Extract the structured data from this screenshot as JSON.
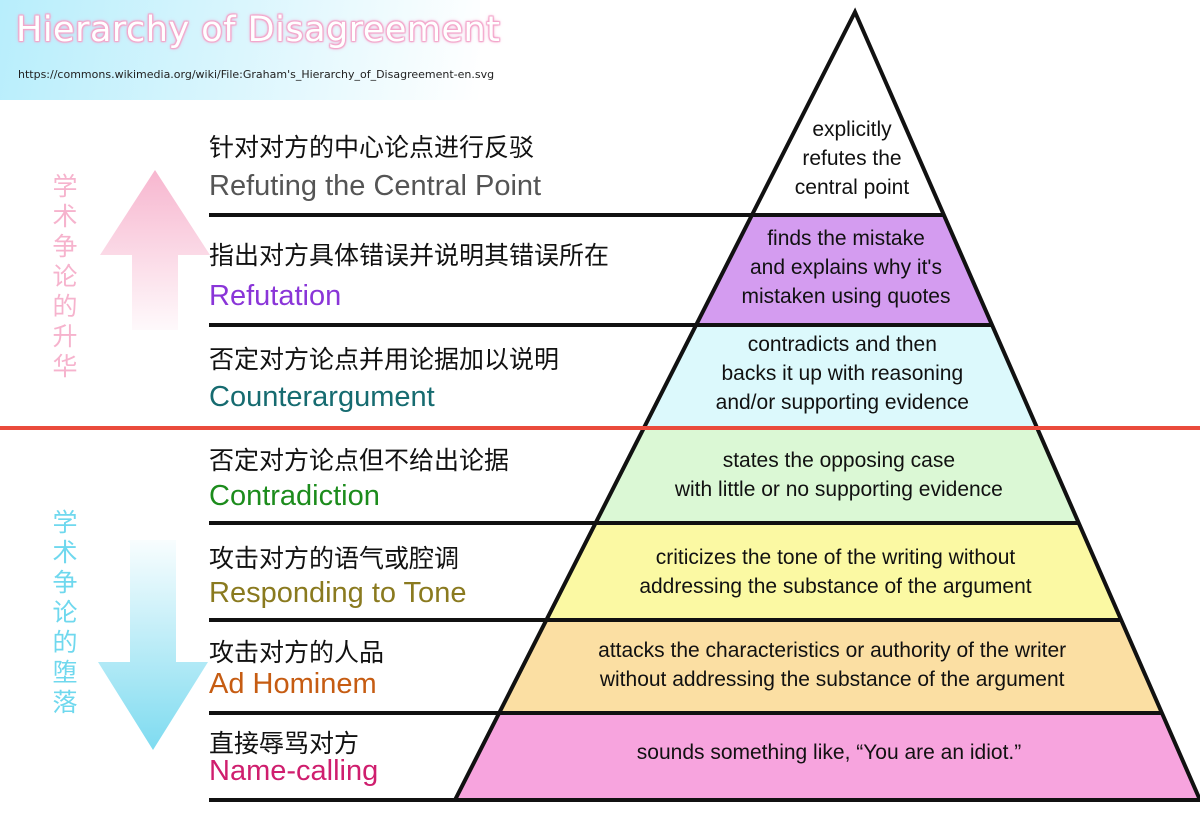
{
  "header": {
    "title": "Hierarchy of Disagreement",
    "source_url": "https://commons.wikimedia.org/wiki/File:Graham's_Hierarchy_of_Disagreement-en.svg"
  },
  "side_labels": {
    "upper": {
      "chars": [
        "学",
        "术",
        "争",
        "论",
        "的",
        "升",
        "华"
      ],
      "color": "#f6b3cd"
    },
    "lower": {
      "chars": [
        "学",
        "术",
        "争",
        "论",
        "的",
        "堕",
        "落"
      ],
      "color": "#6fd8ee"
    }
  },
  "levels": [
    {
      "zh": "针对对方的中心论点进行反驳",
      "en": "Refuting the Central Point",
      "en_color": "#555555",
      "fill": "#ffffff",
      "desc": [
        "explicitly",
        "refutes the",
        "central point"
      ]
    },
    {
      "zh": "指出对方具体错误并说明其错误所在",
      "en": "Refutation",
      "en_color": "#8a35d8",
      "fill": "#d49cf0",
      "desc": [
        "finds the mistake",
        "and explains why it's",
        "mistaken using quotes"
      ]
    },
    {
      "zh": "否定对方论点并用论据加以说明",
      "en": "Counterargument",
      "en_color": "#166b70",
      "fill": "#dcf9fc",
      "desc": [
        "contradicts and then",
        "backs it up with reasoning",
        "and/or supporting evidence"
      ]
    },
    {
      "zh": "否定对方论点但不给出论据",
      "en": "Contradiction",
      "en_color": "#1c8c1c",
      "fill": "#dbf8d5",
      "desc": [
        "states the opposing case",
        "with little or no supporting evidence"
      ]
    },
    {
      "zh": "攻击对方的语气或腔调",
      "en": "Responding to Tone",
      "en_color": "#8a7a1f",
      "fill": "#fbf9a3",
      "desc": [
        "criticizes the tone of the writing without",
        "addressing the substance of the argument"
      ]
    },
    {
      "zh": "攻击对方的人品",
      "en": "Ad Hominem",
      "en_color": "#c65c12",
      "fill": "#fbdfa3",
      "desc": [
        "attacks the characteristics or authority of the writer",
        "without addressing the substance of the argument"
      ]
    },
    {
      "zh": "直接辱骂对方",
      "en": "Name-calling",
      "en_color": "#cf1e6e",
      "fill": "#f7a4de",
      "desc": [
        "sounds something like, “You are an idiot.”"
      ]
    }
  ]
}
